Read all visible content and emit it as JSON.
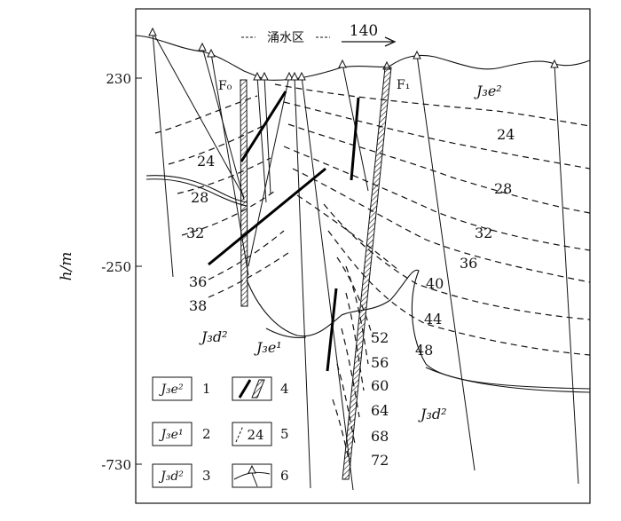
{
  "diagram": {
    "top_label": "涌水区",
    "direction_label": "140",
    "y_axis": {
      "title": "h/m",
      "ticks": [
        "230",
        "-250",
        "-730"
      ]
    },
    "faults": [
      "F₀",
      "F₁"
    ],
    "formations": {
      "upper_right": "J₃e²",
      "lower_left_1": "J₃d²",
      "lower_left_2": "J₃e¹",
      "lower_right": "J₃d²"
    },
    "contour_labels": [
      "24",
      "28",
      "32",
      "36",
      "38",
      "24",
      "28",
      "32",
      "36",
      "40",
      "44",
      "48",
      "52",
      "56",
      "60",
      "64",
      "68",
      "72"
    ],
    "legend": [
      {
        "symbol": "J₃e²",
        "num": "1"
      },
      {
        "symbol": "J₃e¹",
        "num": "2"
      },
      {
        "symbol": "J₃d²",
        "num": "3"
      },
      {
        "symbol": "",
        "num": "4"
      },
      {
        "symbol": "24",
        "num": "5"
      },
      {
        "symbol": "",
        "num": "6"
      }
    ]
  }
}
